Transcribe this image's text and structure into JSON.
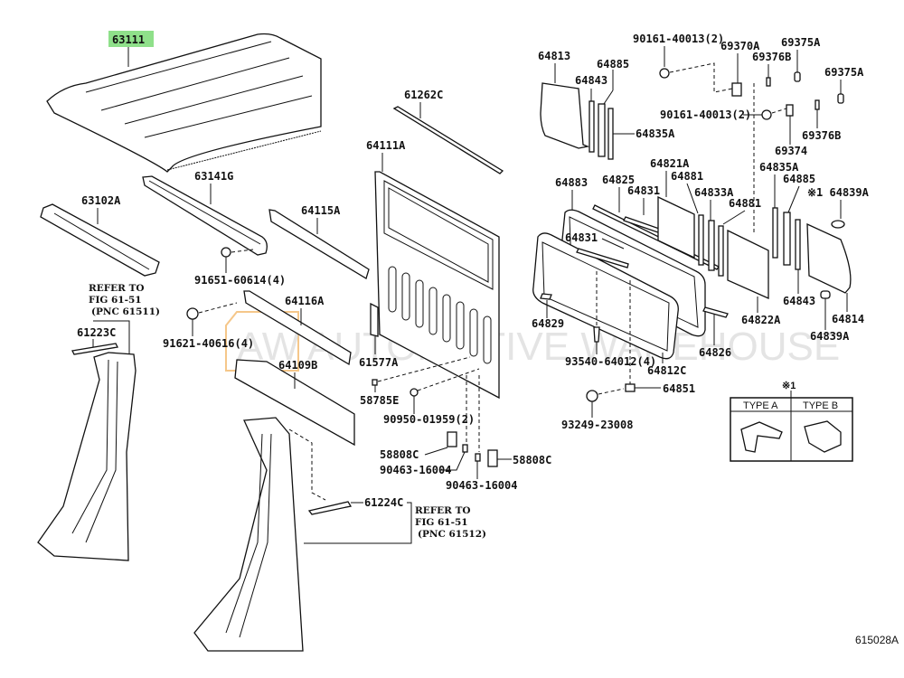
{
  "diagram": {
    "figure_id": "615028A",
    "highlighted_part": "63111",
    "highlight_color": "#8fe08a",
    "watermark": {
      "logo": "AW",
      "text": "AUTOMOTIVE WAREHOUSE",
      "logo_color": "#f5c78a"
    },
    "labels": {
      "p63111": "63111",
      "p63141G": "63141G",
      "p63102A": "63102A",
      "p61262C": "61262C",
      "p64111A": "64111A",
      "p64115A": "64115A",
      "p91651": "91651-60614(4)",
      "p64116A": "64116A",
      "p91621": "91621-40616(4)",
      "p61223C": "61223C",
      "p64109B": "64109B",
      "p61577A": "61577A",
      "p58785E": "58785E",
      "p90950": "90950-01959(2)",
      "p58808C_l": "58808C",
      "p90463_l": "90463-16004",
      "p90463_r": "90463-16004",
      "p58808C_r": "58808C",
      "p61224C": "61224C",
      "p64813": "64813",
      "p64843_t": "64843",
      "p64885_t": "64885",
      "p64835A_t": "64835A",
      "p90161_t": "90161-40013(2)",
      "p90161_b": "90161-40013(2)",
      "p69370A": "69370A",
      "p69376B_t": "69376B",
      "p69375A_t": "69375A",
      "p69375A_r": "69375A",
      "p69374": "69374",
      "p69376B_b": "69376B",
      "p64883": "64883",
      "p64825": "64825",
      "p64831_t": "64831",
      "p64821A": "64821A",
      "p64881_t": "64881",
      "p64833A": "64833A",
      "p64881_b": "64881",
      "p64835A_b": "64835A",
      "p64885_b": "64885",
      "p64839A_t": "※1 64839A",
      "p64831_b": "64831",
      "p64829": "64829",
      "p64822A": "64822A",
      "p64843_b": "64843",
      "p64814": "64814",
      "p64839A_b": "64839A",
      "p64826": "64826",
      "p93540": "93540-64012(4)",
      "p64812C": "64812C",
      "p64851": "64851",
      "p93249": "93249-23008"
    },
    "notes": {
      "left": [
        "REFER TO",
        "FIG 61-51",
        "(PNC 61511)"
      ],
      "bottom": [
        "REFER TO",
        "FIG 61-51",
        "(PNC 61512)"
      ]
    },
    "legend": {
      "marker": "※1",
      "type_a": "TYPE A",
      "type_b": "TYPE B"
    }
  }
}
